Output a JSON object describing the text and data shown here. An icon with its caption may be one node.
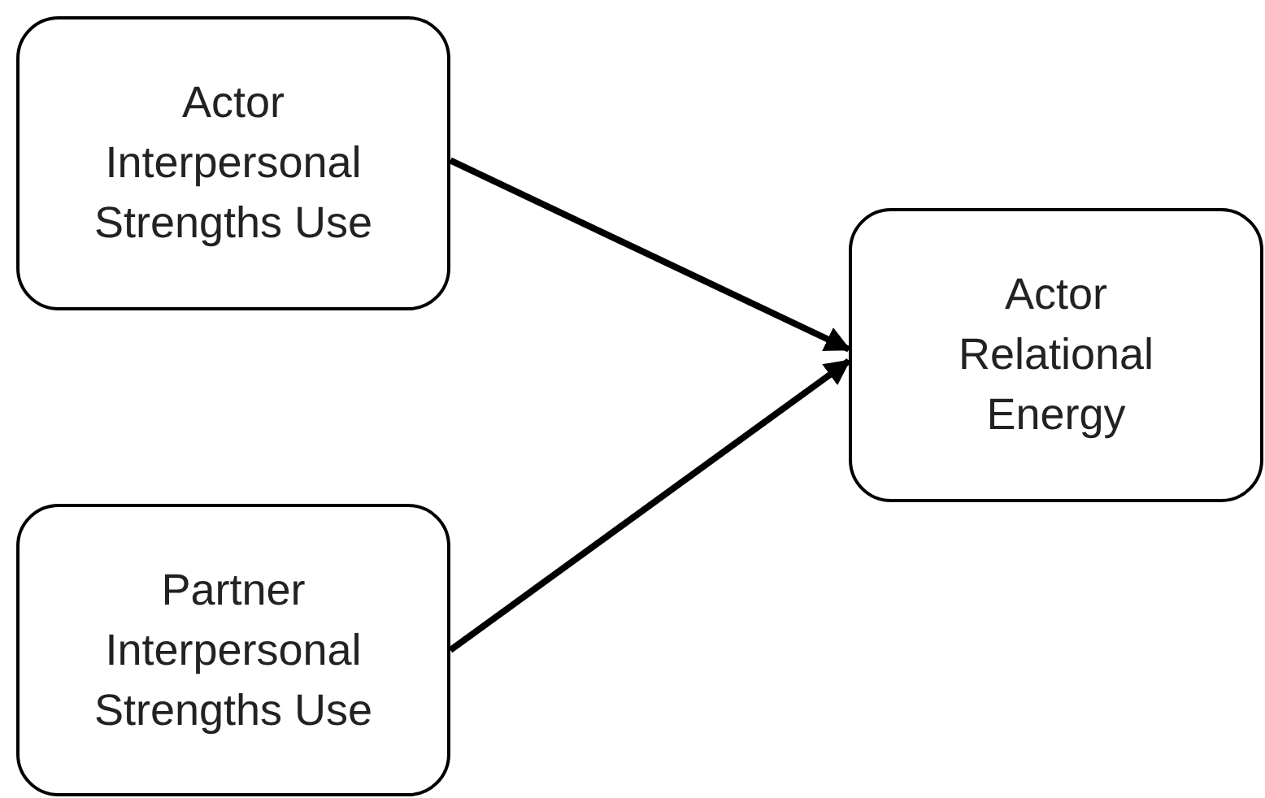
{
  "diagram": {
    "nodes": [
      {
        "text": [
          "Actor Interpersonal Strengths Use"
        ]
      },
      {
        "text": [
          "Actor Relational Energy"
        ]
      },
      {
        "text": [
          "Partner Interpersonal Strengths Use"
        ]
      }
    ],
    "edges": [
      {
        "from": 0,
        "to": 1,
        "arrow": "to"
      },
      {
        "from": 2,
        "to": 1,
        "arrow": "to"
      }
    ]
  }
}
